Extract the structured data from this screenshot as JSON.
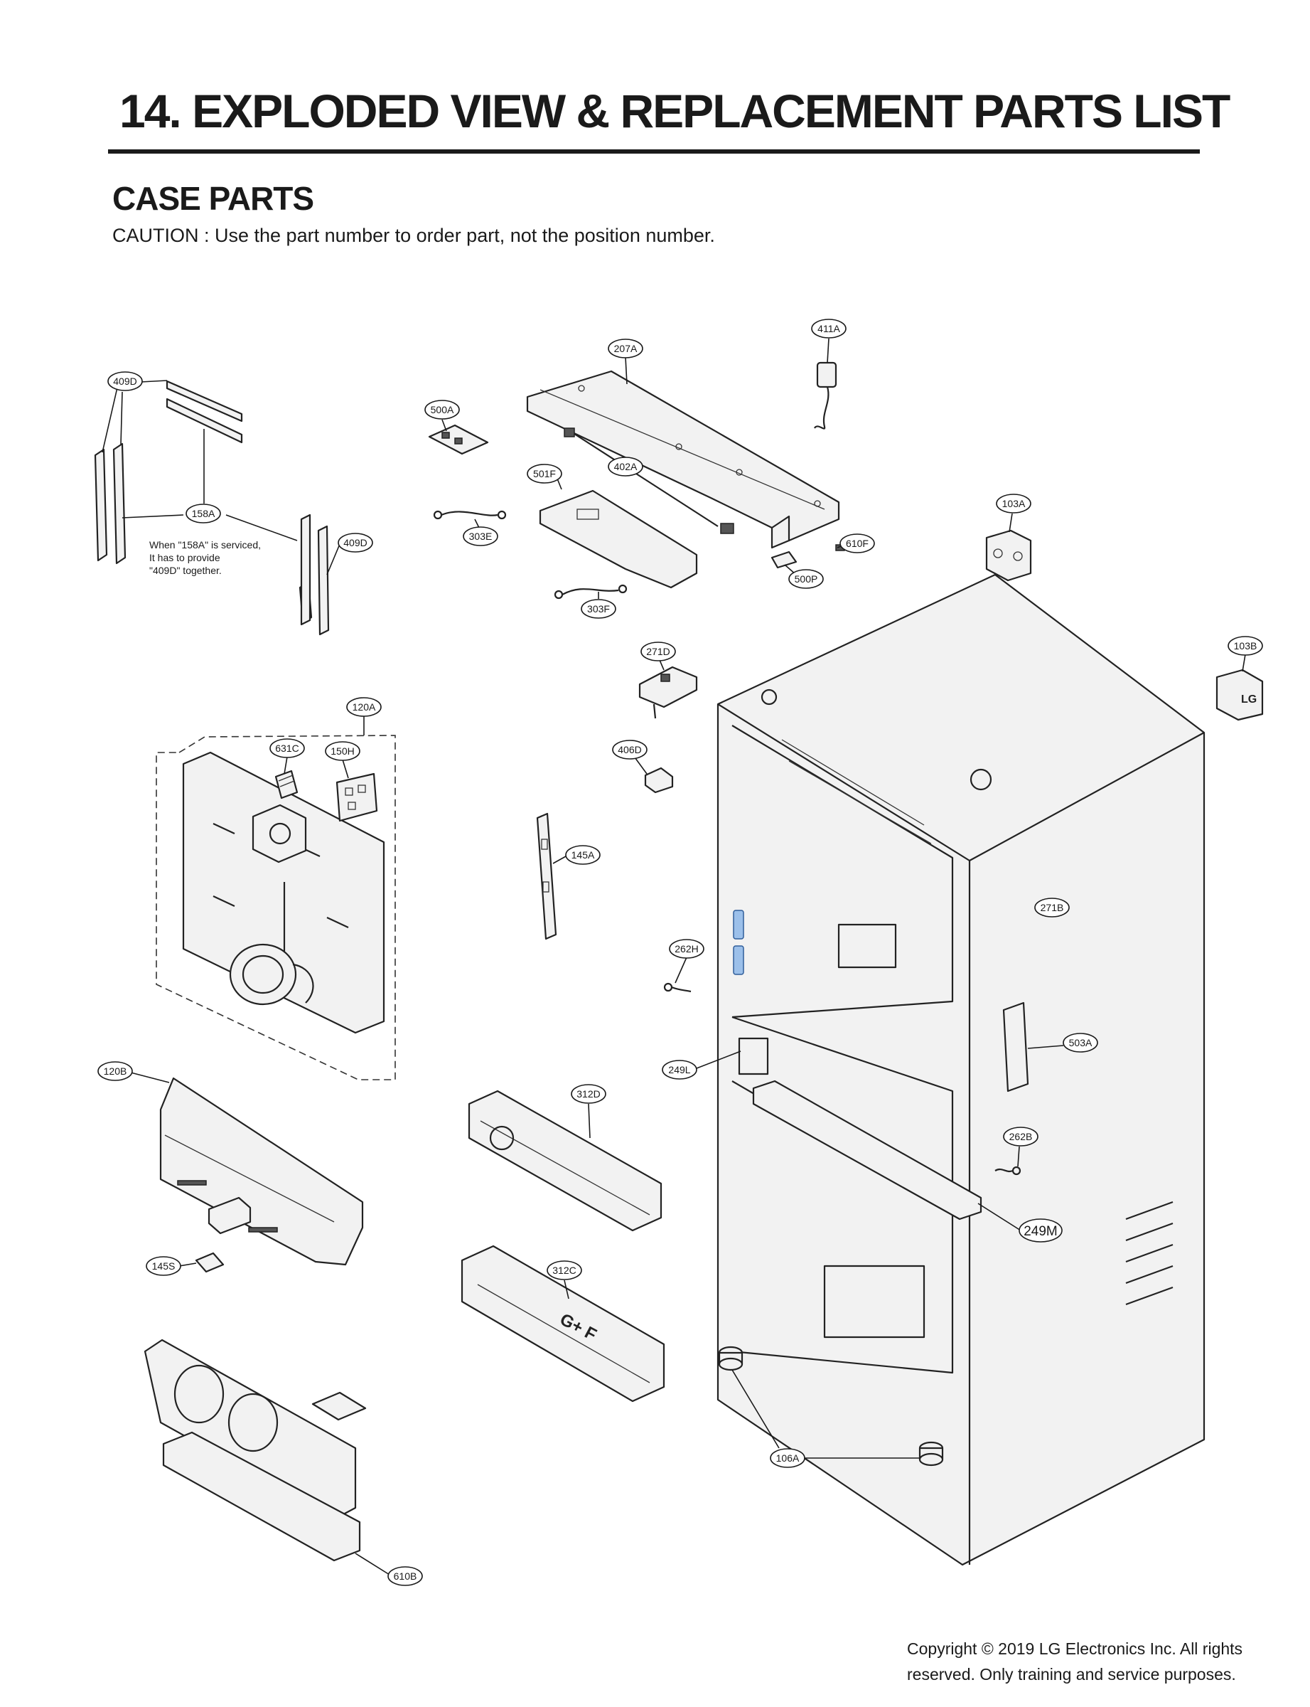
{
  "page": {
    "title": "14. EXPLODED VIEW & REPLACEMENT PARTS LIST",
    "section": "CASE PARTS",
    "caution": "CAUTION : Use the part number to order part, not the position number.",
    "copyright": "Copyright © 2019  LG Electronics Inc. All rights reserved. Only training and service purposes."
  },
  "note": {
    "lines": [
      "When \"158A\" is serviced,",
      "It has to provide",
      "\"409D\" together."
    ]
  },
  "callouts": {
    "c411A": "411A",
    "c207A": "207A",
    "c409D_top": "409D",
    "c500A": "500A",
    "c402A": "402A",
    "c501F": "501F",
    "c103A": "103A",
    "c158A": "158A",
    "c409D_side": "409D",
    "c303E": "303E",
    "c610F": "610F",
    "c500P": "500P",
    "c303F": "303F",
    "c271D": "271D",
    "c103B": "103B",
    "c120A": "120A",
    "c631C": "631C",
    "c150H": "150H",
    "c406D": "406D",
    "c145A": "145A",
    "c271B": "271B",
    "c262H": "262H",
    "c503A": "503A",
    "c249L": "249L",
    "c120B": "120B",
    "c312D": "312D",
    "c262B": "262B",
    "c249M": "249M",
    "c145S": "145S",
    "c312C": "312C",
    "c106A": "106A",
    "c610B": "610B"
  },
  "panel_label": "G+ F",
  "brand_mark": "LG"
}
